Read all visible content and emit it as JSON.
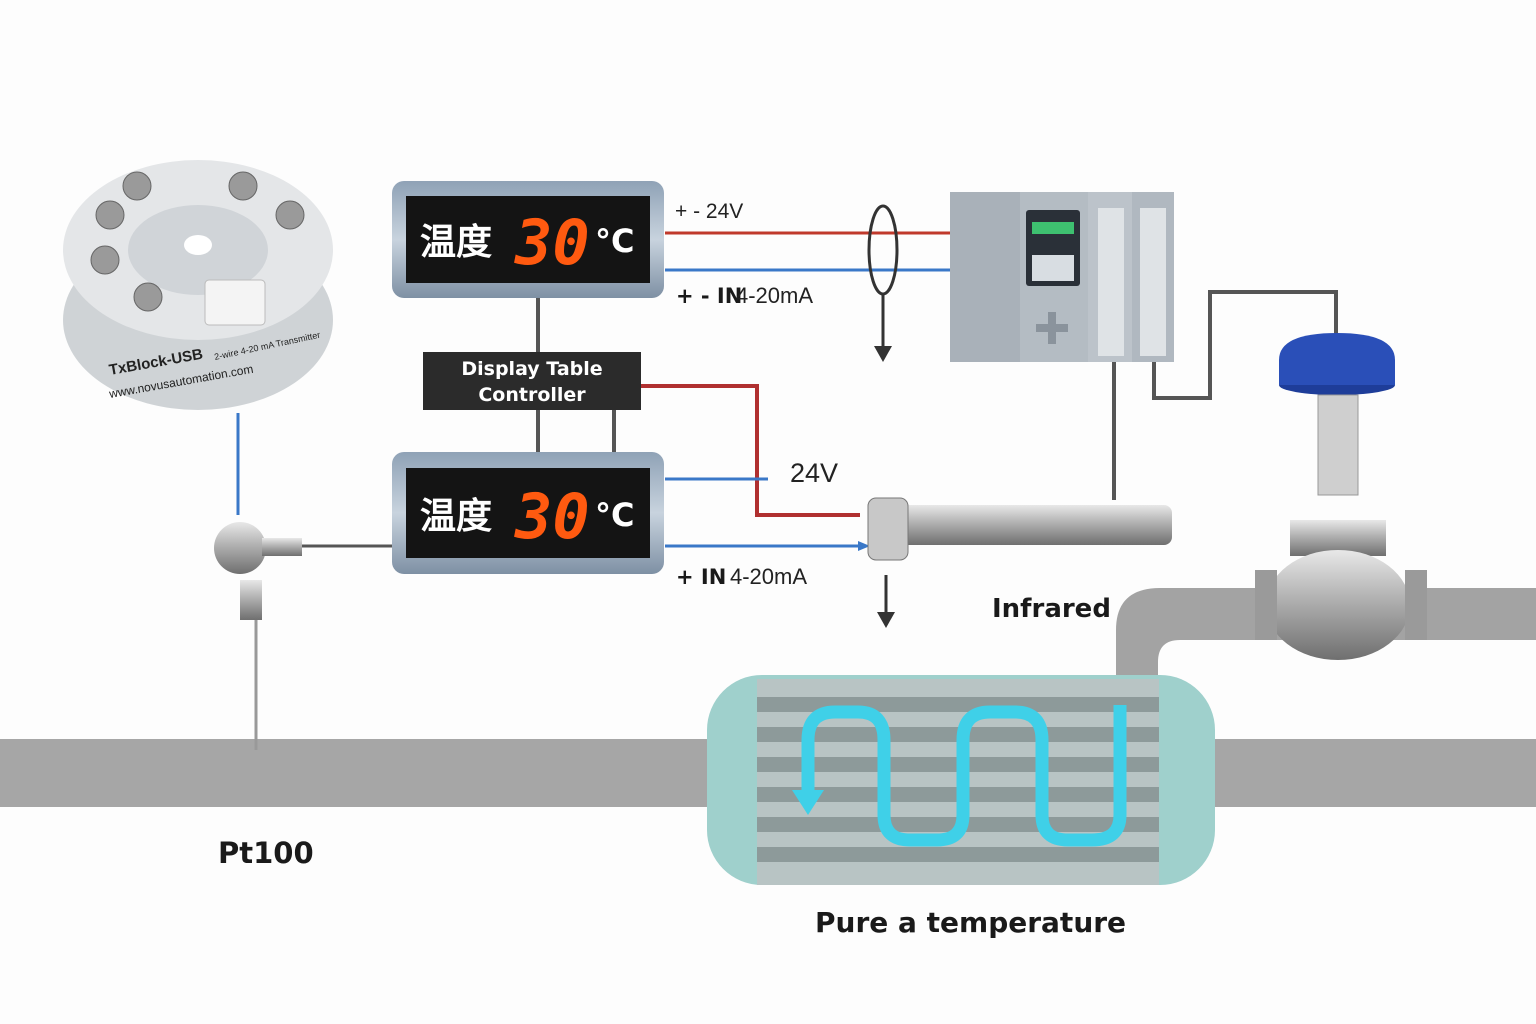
{
  "transmitter": {
    "model": "TxBlock-USB",
    "desc": "2-wire 4-20 mA Transmitter",
    "url": "www.novusautomation.com"
  },
  "display_top": {
    "label": "温度",
    "value": "30",
    "unit": "°C"
  },
  "display_bottom": {
    "label": "温度",
    "value": "30",
    "unit": "°C"
  },
  "controller": {
    "line1": "Display Table",
    "line2": "Controller"
  },
  "wires": {
    "top_power": "+ - 24V",
    "top_signal_prefix": "+ - IN",
    "top_signal": "4-20mA",
    "bottom_power": "24V",
    "bottom_signal_prefix": "+ IN",
    "bottom_signal": "4-20mA"
  },
  "labels": {
    "infrared": "Infrared",
    "pt100": "Pt100",
    "exchanger": "Pure a temperature"
  },
  "colors": {
    "red_wire": "#c0392b",
    "blue_wire": "#3a78c8",
    "led": "#ff5a10",
    "exchanger": "#9fd0cc",
    "flow": "#3fd0e8",
    "pipe": "#a6a6a6",
    "valve_actuator": "#2a4fb8"
  }
}
